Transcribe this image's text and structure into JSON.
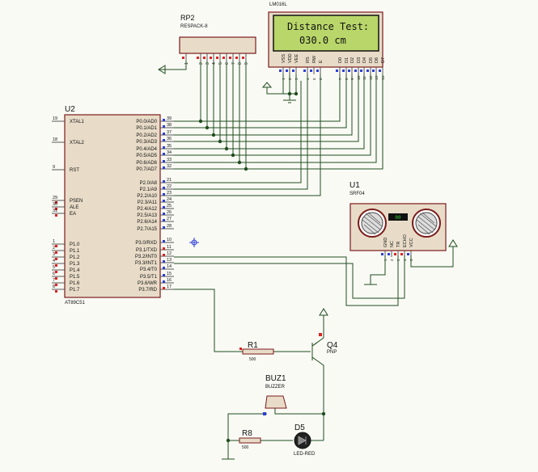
{
  "lcd": {
    "part": "LM016L",
    "line1": "Distance Test:",
    "line2": "030.0 cm",
    "pins": [
      "VSS",
      "VDD",
      "VEE",
      "RS",
      "RW",
      "E",
      "D0",
      "D1",
      "D2",
      "D3",
      "D4",
      "D5",
      "D6",
      "D7"
    ],
    "pin_nums": [
      "1",
      "2",
      "3",
      "4",
      "5",
      "6",
      "7",
      "8",
      "9",
      "10",
      "11",
      "12",
      "13",
      "14"
    ]
  },
  "rp2": {
    "ref": "RP2",
    "part": "RESPACK-8",
    "pin_nums": [
      "1",
      "2",
      "3",
      "4",
      "5",
      "6",
      "7",
      "8",
      "9"
    ]
  },
  "u2": {
    "ref": "U2",
    "part": "AT89C51",
    "left_pins": [
      {
        "num": "19",
        "name": "XTAL1"
      },
      {
        "num": "18",
        "name": "XTAL2"
      },
      {
        "num": "9",
        "name": "RST"
      },
      {
        "num": "29",
        "name": "PSEN"
      },
      {
        "num": "30",
        "name": "ALE"
      },
      {
        "num": "31",
        "name": "EA"
      },
      {
        "num": "1",
        "name": "P1.0"
      },
      {
        "num": "2",
        "name": "P1.1"
      },
      {
        "num": "3",
        "name": "P1.2"
      },
      {
        "num": "4",
        "name": "P1.3"
      },
      {
        "num": "5",
        "name": "P1.4"
      },
      {
        "num": "6",
        "name": "P1.5"
      },
      {
        "num": "7",
        "name": "P1.6"
      },
      {
        "num": "8",
        "name": "P1.7"
      }
    ],
    "right_pins": [
      {
        "num": "39",
        "name": "P0.0/AD0"
      },
      {
        "num": "38",
        "name": "P0.1/AD1"
      },
      {
        "num": "37",
        "name": "P0.2/AD2"
      },
      {
        "num": "36",
        "name": "P0.3/AD3"
      },
      {
        "num": "35",
        "name": "P0.4/AD4"
      },
      {
        "num": "34",
        "name": "P0.5/AD5"
      },
      {
        "num": "33",
        "name": "P0.6/AD6"
      },
      {
        "num": "32",
        "name": "P0.7/AD7"
      },
      {
        "num": "21",
        "name": "P2.0/A8"
      },
      {
        "num": "22",
        "name": "P2.1/A9"
      },
      {
        "num": "23",
        "name": "P2.2/A10"
      },
      {
        "num": "24",
        "name": "P2.3/A11"
      },
      {
        "num": "25",
        "name": "P2.4/A12"
      },
      {
        "num": "26",
        "name": "P2.5/A13"
      },
      {
        "num": "27",
        "name": "P2.6/A14"
      },
      {
        "num": "28",
        "name": "P2.7/A15"
      },
      {
        "num": "10",
        "name": "P3.0/RXD"
      },
      {
        "num": "11",
        "name": "P3.1/TXD"
      },
      {
        "num": "12",
        "name": "P3.2/INT0"
      },
      {
        "num": "13",
        "name": "P3.3/INT1"
      },
      {
        "num": "14",
        "name": "P3.4/T0"
      },
      {
        "num": "15",
        "name": "P3.5/T1"
      },
      {
        "num": "16",
        "name": "P3.6/WR"
      },
      {
        "num": "17",
        "name": "P3.7/RD"
      }
    ]
  },
  "u1": {
    "ref": "U1",
    "part": "SRF04",
    "display": "00",
    "pins": [
      "GND",
      "NC",
      "TR",
      "ECHO",
      "VCC"
    ],
    "pin_nums": [
      "1",
      "2",
      "3",
      "4",
      "5"
    ]
  },
  "r1": {
    "ref": "R1",
    "value": "500"
  },
  "q4": {
    "ref": "Q4",
    "type": "PNP"
  },
  "buz1": {
    "ref": "BUZ1",
    "part": "BUZZER"
  },
  "r8": {
    "ref": "R8",
    "value": "500"
  },
  "d5": {
    "ref": "D5",
    "part": "LED-RED"
  },
  "colors": {
    "wire": "#1f4d1f",
    "body": "#e8dcc8",
    "outline": "#7a1a1a",
    "lcd_bg": "#b9d66a",
    "pin_red": "#d22",
    "pin_blue": "#2c3ed6"
  }
}
